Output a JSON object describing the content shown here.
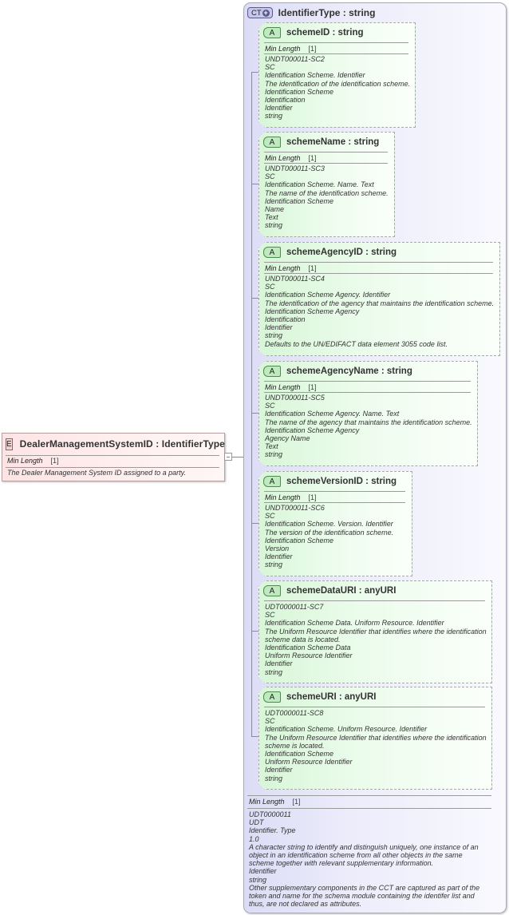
{
  "element": {
    "badge": "E",
    "title": "DealerManagementSystemID : IdentifierType",
    "prop_label": "Min Length",
    "prop_value": "[1]",
    "documentation": "The Dealer Management System ID assigned to a party.",
    "color": "#fde4e4"
  },
  "complex_type": {
    "badge": "CT",
    "badge_plus": "+",
    "title": "IdentifierType : string",
    "prop_label": "Min Length",
    "prop_value": "[1]",
    "documentation": [
      "UDT0000011",
      "UDT",
      "Identifier. Type",
      "1.0",
      "A character string to identify and distinguish uniquely, one instance of an object in an identification scheme from all other objects in the same scheme together with relevant supplementary information.",
      "Identifier",
      "string",
      "Other supplementary components in the CCT are captured as part of the token and name for the schema module containing the identifer list and thus, are not declared as attributes."
    ],
    "color": "#e6e6f8"
  },
  "attributes": [
    {
      "badge": "A",
      "title": "schemeID : string",
      "prop_label": "Min Length",
      "prop_value": "[1]",
      "documentation": [
        "UNDT000011-SC2",
        "SC",
        "Identification Scheme. Identifier",
        "The identification of the identification scheme.",
        "Identification Scheme",
        "Identification",
        "Identifier",
        "string"
      ]
    },
    {
      "badge": "A",
      "title": "schemeName : string",
      "prop_label": "Min Length",
      "prop_value": "[1]",
      "documentation": [
        "UNDT000011-SC3",
        "SC",
        "Identification Scheme. Name. Text",
        "The name of the identification scheme.",
        "Identification Scheme",
        "Name",
        "Text",
        "string"
      ]
    },
    {
      "badge": "A",
      "title": "schemeAgencyID : string",
      "prop_label": "Min Length",
      "prop_value": "[1]",
      "documentation": [
        "UNDT000011-SC4",
        "SC",
        "Identification Scheme Agency. Identifier",
        "The identification of the agency that maintains the identification scheme.",
        "Identification Scheme Agency",
        "Identification",
        "Identifier",
        "string",
        "Defaults to the UN/EDIFACT data element 3055 code list."
      ]
    },
    {
      "badge": "A",
      "title": "schemeAgencyName : string",
      "prop_label": "Min Length",
      "prop_value": "[1]",
      "documentation": [
        "UNDT000011-SC5",
        "SC",
        "Identification Scheme Agency. Name. Text",
        "The name of the agency that maintains the identification scheme.",
        "Identification Scheme Agency",
        "Agency Name",
        "Text",
        "string"
      ]
    },
    {
      "badge": "A",
      "title": "schemeVersionID : string",
      "prop_label": "Min Length",
      "prop_value": "[1]",
      "documentation": [
        "UNDT000011-SC6",
        "SC",
        "Identification Scheme. Version. Identifier",
        "The version of the identification scheme.",
        "Identification Scheme",
        "Version",
        "Identifier",
        "string"
      ]
    },
    {
      "badge": "A",
      "title": "schemeDataURI : anyURI",
      "documentation": [
        "UDT0000011-SC7",
        "SC",
        "Identification Scheme Data. Uniform Resource. Identifier",
        "The Uniform Resource Identifier that identifies where the identification scheme data is located.",
        "Identification Scheme Data",
        "Uniform Resource Identifier",
        "Identifier",
        "string"
      ]
    },
    {
      "badge": "A",
      "title": "schemeURI : anyURI",
      "documentation": [
        "UDT0000011-SC8",
        "SC",
        "Identification Scheme. Uniform Resource. Identifier",
        "The Uniform Resource Identifier that identifies where the identification scheme is located.",
        "Identification Scheme",
        "Uniform Resource Identifier",
        "Identifier",
        "string"
      ]
    }
  ],
  "colors": {
    "element_bg": "#fde4e4",
    "complex_type_bg": "#e6e6f8",
    "attribute_bg": "#e4f9e4"
  }
}
